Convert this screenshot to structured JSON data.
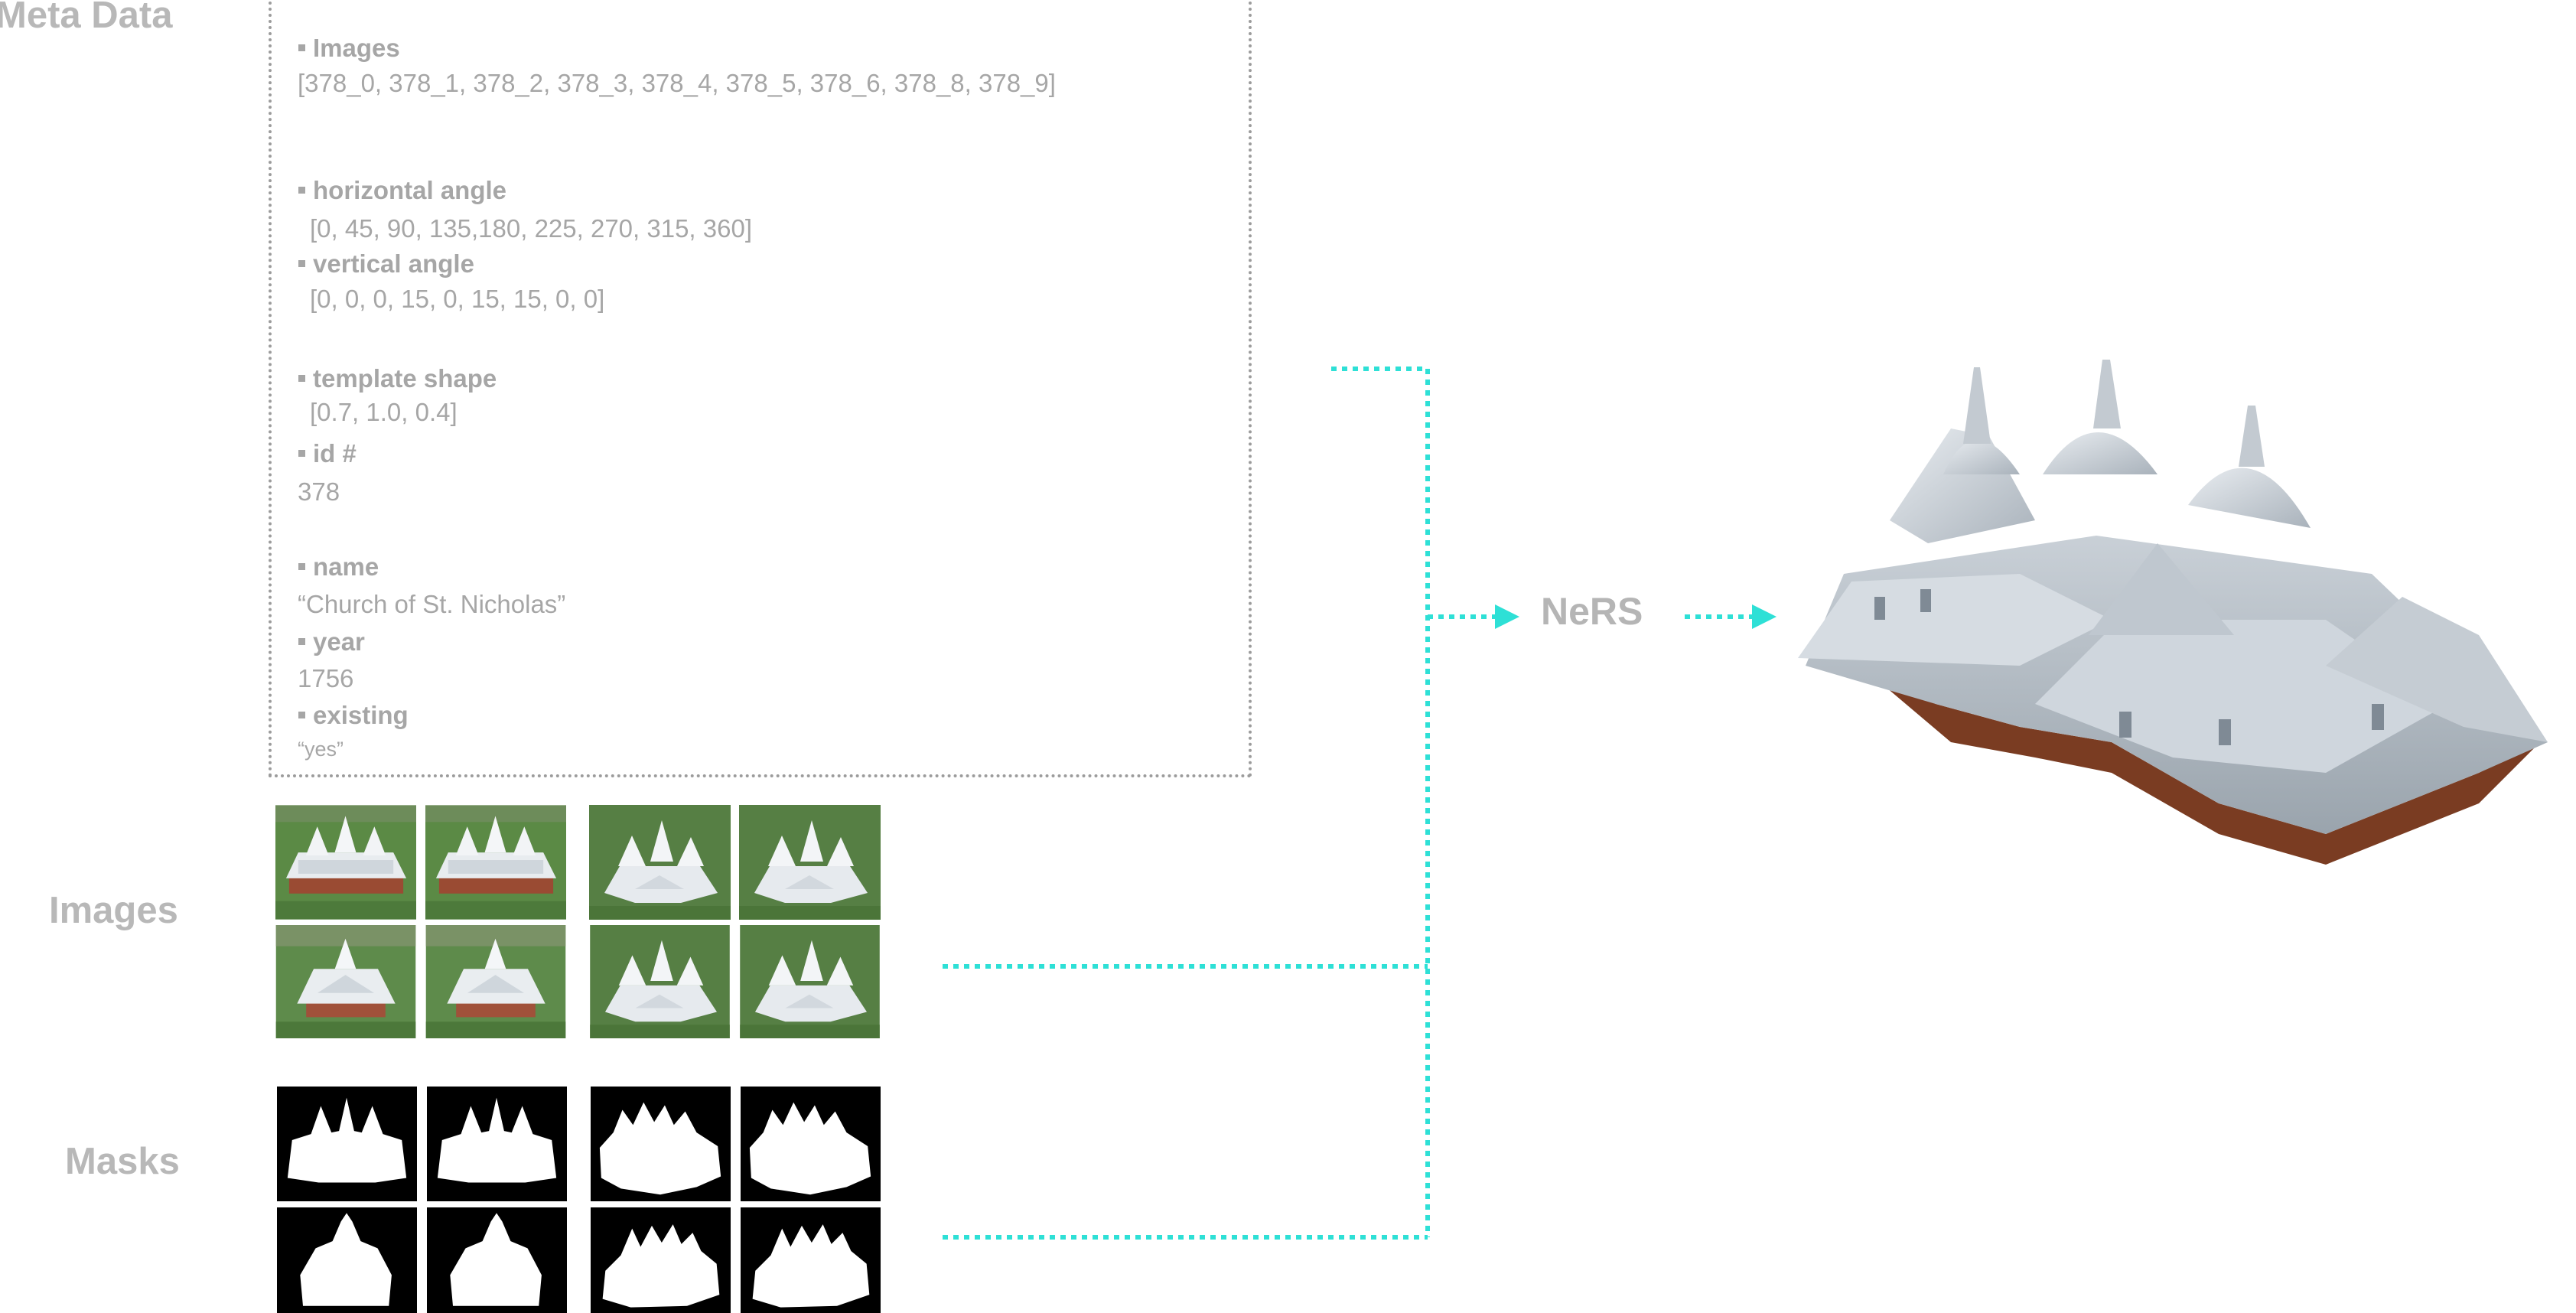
{
  "sections": {
    "meta_data": "Meta Data",
    "images": "Images",
    "masks": "Masks"
  },
  "meta": {
    "images_key": "Images",
    "images_val": "[378_0, 378_1, 378_2, 378_3, 378_4,  378_5, 378_6, 378_8, 378_9]",
    "h_angle_key": "horizontal angle",
    "h_angle_val": "[0, 45, 90, 135,180, 225, 270, 315, 360]",
    "v_angle_key": "vertical angle",
    "v_angle_val": "[0, 0, 0, 15, 0,   15, 15, 0, 0]",
    "template_key": "template shape",
    "template_val": "[0.7, 1.0, 0.4]",
    "id_key": "id #",
    "id_val": "378",
    "name_key": "name",
    "name_val": "“Church of St. Nicholas”",
    "year_key": "year",
    "year_val": "1756",
    "existing_key": "existing",
    "existing_val": "“yes”"
  },
  "model_label": "NeRS",
  "colors": {
    "arrow": "#2ee0d6",
    "text": "#a6a6a6",
    "grass": "#4f7a3a",
    "roof": "#d4d9de",
    "base": "#8a4a2a"
  },
  "icons": {
    "render": "church-3d-render",
    "photo": "church-photo",
    "mask": "church-mask"
  }
}
